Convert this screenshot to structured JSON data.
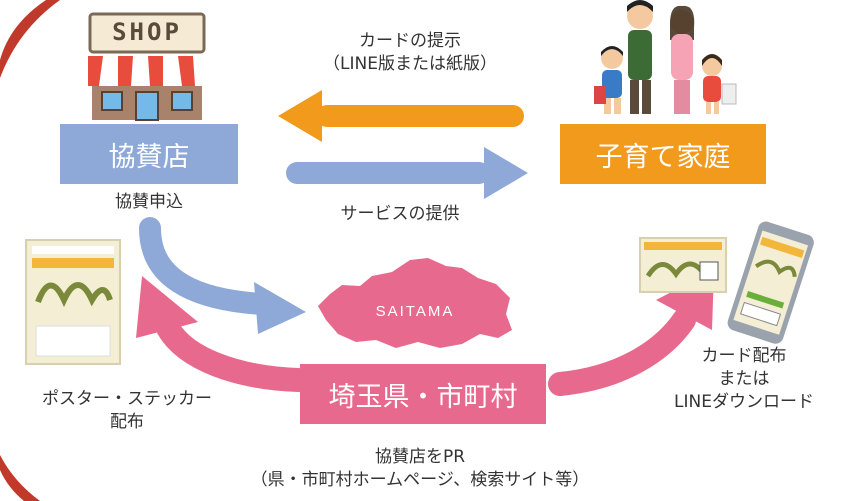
{
  "shop": {
    "sign": "SHOP",
    "box_label": "協賛店",
    "caption": "協賛申込"
  },
  "family": {
    "box_label": "子育て家庭"
  },
  "card_presentation": {
    "line1": "カードの提示",
    "line2": "（LINE版または紙版）"
  },
  "service": {
    "label": "サービスの提供"
  },
  "saitama": {
    "map_label": "SAITAMA",
    "box_label": "埼玉県・市町村",
    "pr_line1": "協賛店をPR",
    "pr_line2": "（県・市町村ホームページ、検索サイト等）"
  },
  "poster": {
    "line1": "ポスター・ステッカー",
    "line2": "配布"
  },
  "card_distribution": {
    "line1": "カード配布",
    "line2": "または",
    "line3": "LINEダウンロード"
  },
  "colors": {
    "shop_box": "#8EA9D8",
    "family_box": "#F29A1B",
    "saitama_box": "#E8698E",
    "orange_arrow": "#F29A1B",
    "blue_arrow": "#8EA9D8",
    "pink_arrow": "#E8698E",
    "frame_red": "#C0392B"
  }
}
